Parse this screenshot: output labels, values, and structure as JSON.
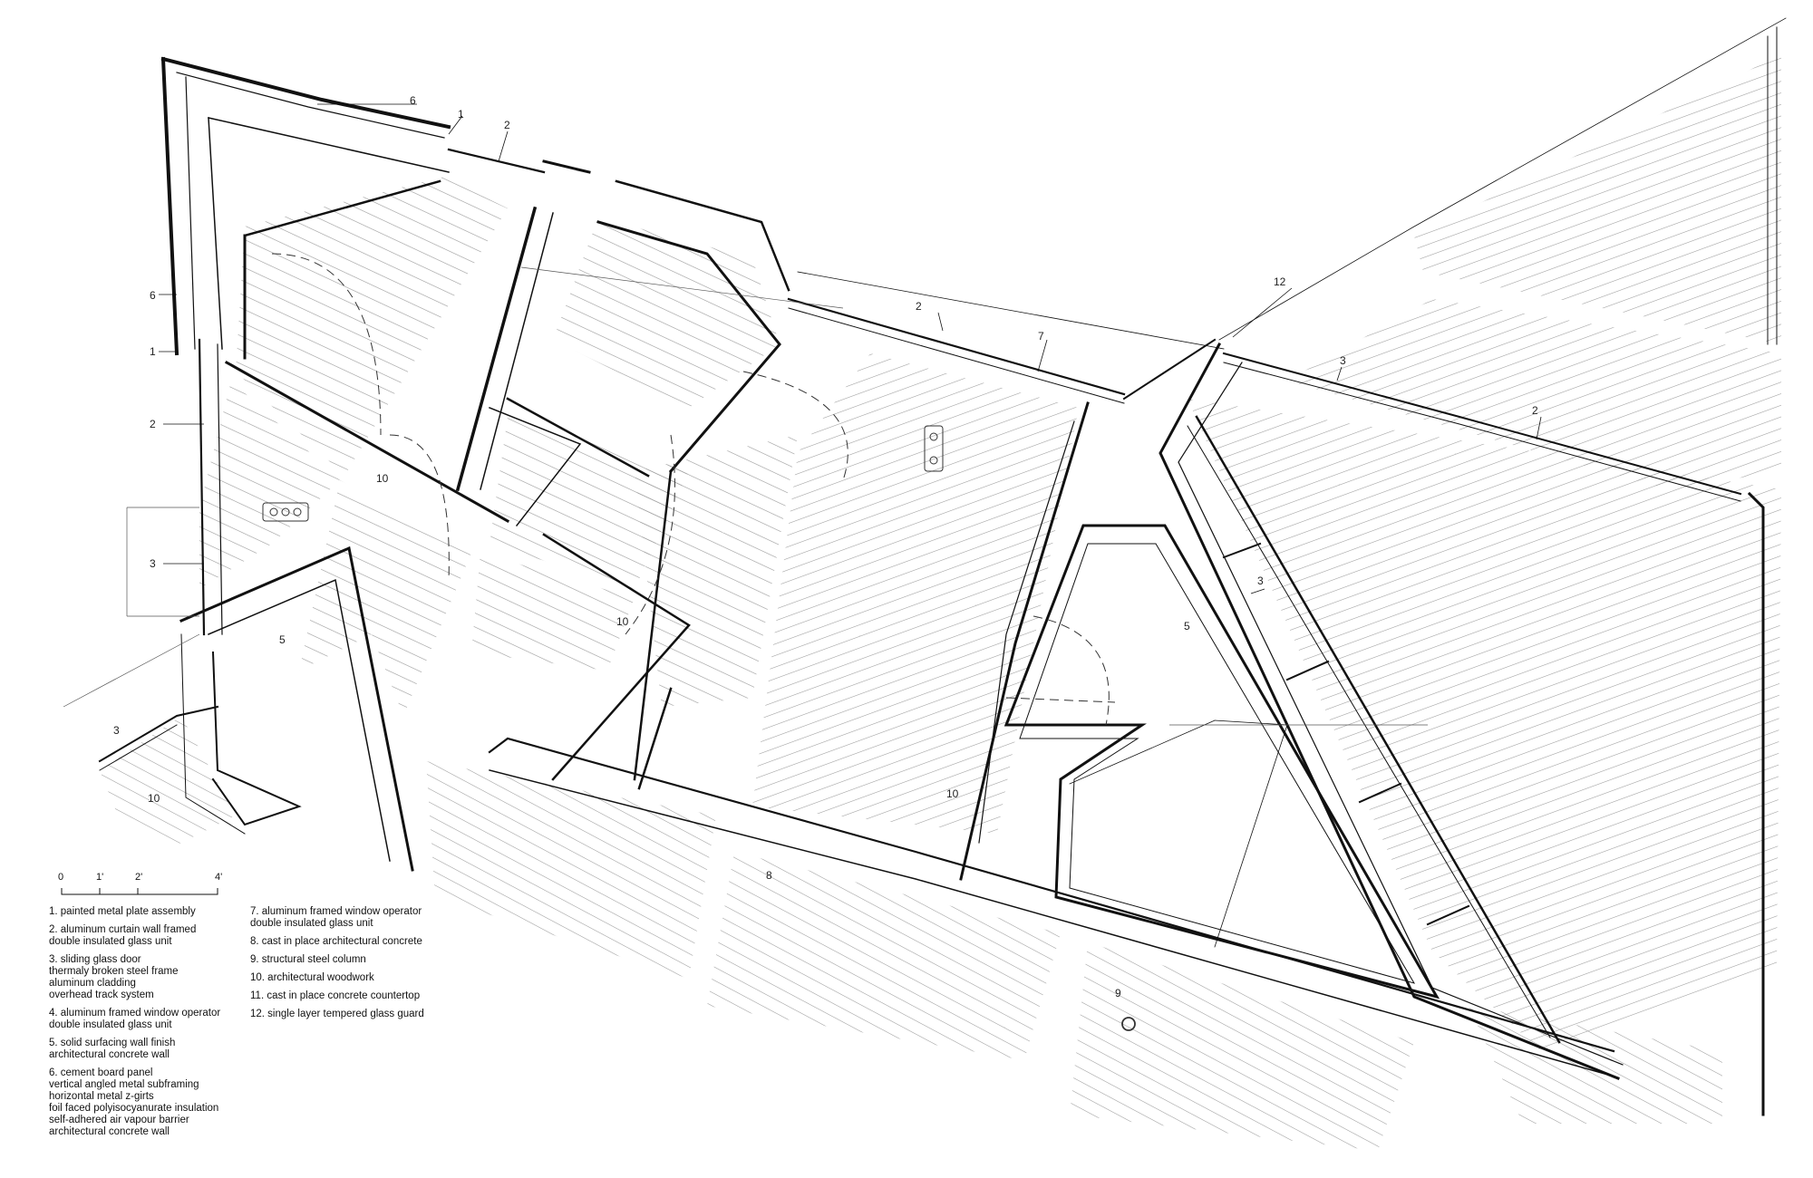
{
  "scale": {
    "ticks": [
      "0",
      "1'",
      "2'",
      "4'"
    ]
  },
  "tags": [
    {
      "id": "t6a",
      "text": "6"
    },
    {
      "id": "t1a",
      "text": "1"
    },
    {
      "id": "t2a",
      "text": "2"
    },
    {
      "id": "t6b",
      "text": "6"
    },
    {
      "id": "t1b",
      "text": "1"
    },
    {
      "id": "t2b",
      "text": "2"
    },
    {
      "id": "t3a",
      "text": "3"
    },
    {
      "id": "t10a",
      "text": "10"
    },
    {
      "id": "t5a",
      "text": "5"
    },
    {
      "id": "t10b",
      "text": "10"
    },
    {
      "id": "t3b",
      "text": "3"
    },
    {
      "id": "t10c",
      "text": "10"
    },
    {
      "id": "t2c",
      "text": "2"
    },
    {
      "id": "t7a",
      "text": "7"
    },
    {
      "id": "t12a",
      "text": "12"
    },
    {
      "id": "t3c",
      "text": "3"
    },
    {
      "id": "t2d",
      "text": "2"
    },
    {
      "id": "t3d",
      "text": "3"
    },
    {
      "id": "t5b",
      "text": "5"
    },
    {
      "id": "t10d",
      "text": "10"
    },
    {
      "id": "t8a",
      "text": "8"
    },
    {
      "id": "t9a",
      "text": "9"
    }
  ],
  "legend": {
    "col1": [
      {
        "lines": [
          "1. painted metal plate assembly"
        ]
      },
      {
        "lines": [
          "2. aluminum curtain wall framed",
          "double insulated glass unit"
        ]
      },
      {
        "lines": [
          "3. sliding glass door",
          "thermaly broken steel frame",
          "aluminum cladding",
          "overhead track system"
        ]
      },
      {
        "lines": [
          "4. aluminum framed window operator",
          "double insulated glass unit"
        ]
      },
      {
        "lines": [
          "5. solid surfacing wall finish",
          "architectural concrete wall"
        ]
      },
      {
        "lines": [
          "6. cement board panel",
          "vertical angled metal subframing",
          "horizontal metal z-girts",
          "foil faced polyisocyanurate insulation",
          "self-adhered air vapour barrier",
          "architectural concrete wall"
        ]
      }
    ],
    "col2": [
      {
        "lines": [
          "7. aluminum framed window operator",
          "double insulated glass unit"
        ]
      },
      {
        "lines": [
          "8. cast in place architectural concrete"
        ]
      },
      {
        "lines": [
          "9. structural steel column"
        ]
      },
      {
        "lines": [
          "10. architectural woodwork"
        ]
      },
      {
        "lines": [
          "11. cast in place concrete countertop"
        ]
      },
      {
        "lines": [
          "12. single layer tempered glass guard"
        ]
      }
    ]
  }
}
